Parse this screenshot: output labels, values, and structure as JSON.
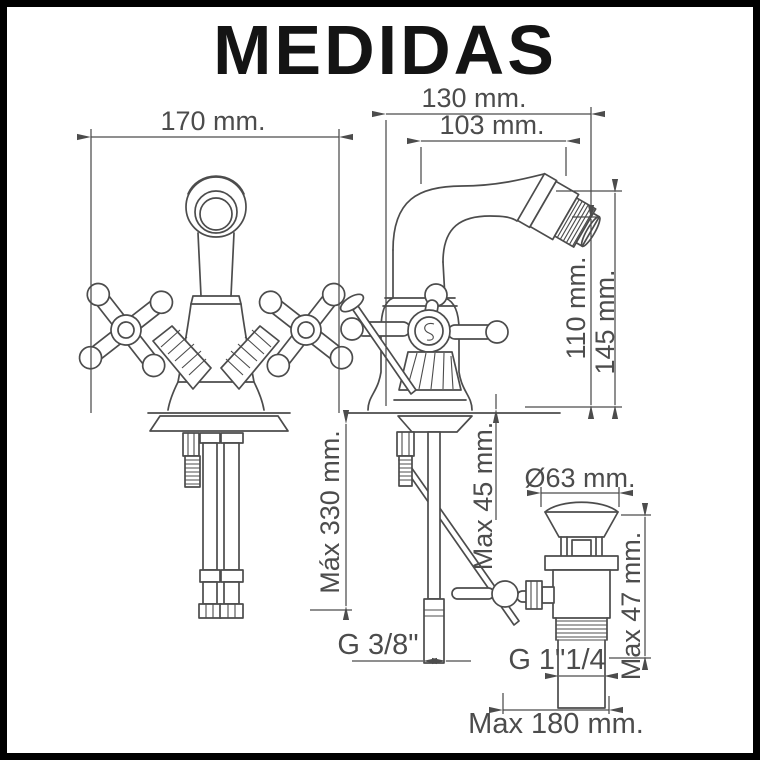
{
  "title": "MEDIDAS",
  "colors": {
    "frame": "#000000",
    "line": "#4c4c4c",
    "text": "#4c4c4c",
    "title": "#141414",
    "background": "#ffffff"
  },
  "views": {
    "front": "front-view-faucet",
    "side": "side-view-faucet",
    "drain": "drain-valve-assembly"
  },
  "dimensions": {
    "front_width": "170 mm.",
    "spout_reach_outer": "130 mm.",
    "spout_reach_inner": "103 mm.",
    "spout_outlet_height": "110 mm.",
    "spout_top_height": "145 mm.",
    "hose_length": "Máx 330 mm.",
    "deck_thickness": "Max 45 mm.",
    "inlet_thread": "G 3/8\"",
    "plug_diameter": "Ø63 mm.",
    "drain_height": "Max 47 mm.",
    "drain_thread": "G 1\"1/4",
    "rod_length": "Max 180 mm."
  }
}
